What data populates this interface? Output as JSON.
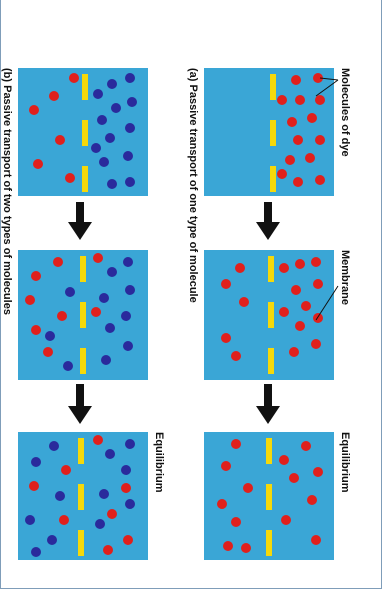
{
  "labels": {
    "molecules_of_dye": "Molecules of dye",
    "membrane": "Membrane",
    "equilibrium_a": "Equilibrium",
    "equilibrium_b": "Equilibrium",
    "caption_a": "(a) Passive transport of one type of molecule",
    "caption_b": "(b) Passive transport of two types of molecules"
  },
  "colors": {
    "water": "#3aa6d6",
    "membrane": "#f5d90a",
    "red_molecule": "#e0201c",
    "blue_molecule": "#2a2a9c",
    "arrow": "#111111",
    "border": "#7f9db9"
  }
}
